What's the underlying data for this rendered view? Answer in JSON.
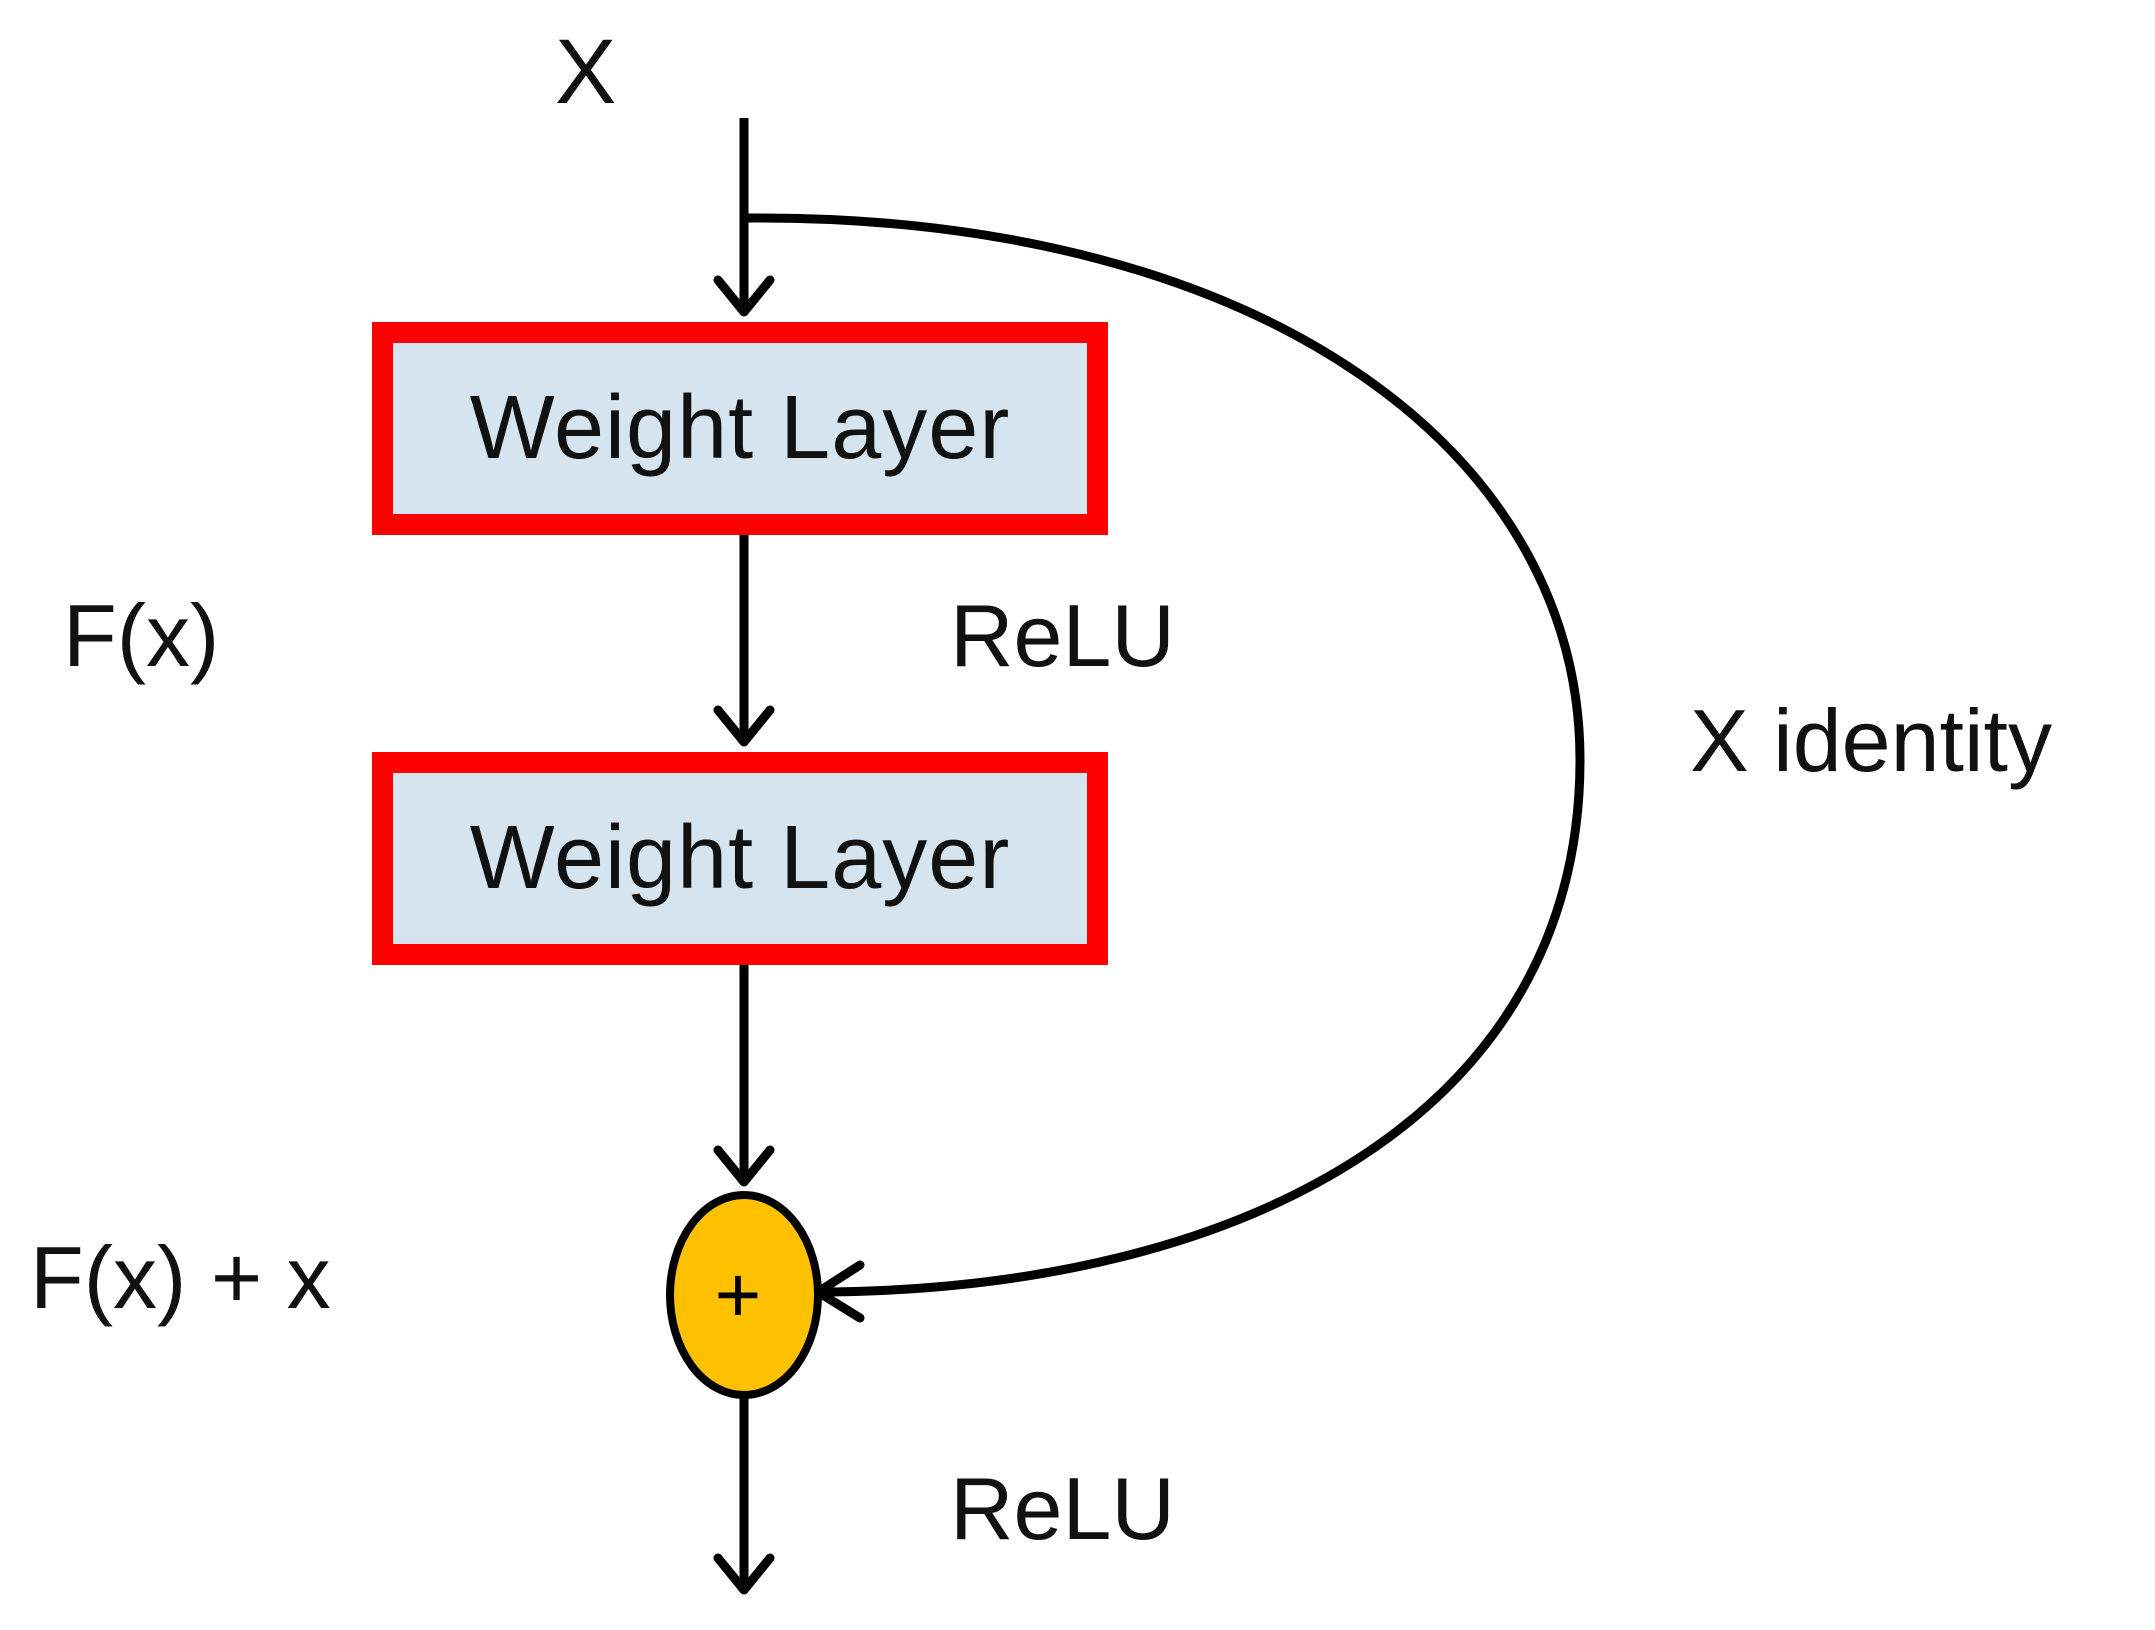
{
  "input_label": "X",
  "layers": [
    {
      "label": "Weight Layer"
    },
    {
      "label": "Weight Layer"
    }
  ],
  "labels": {
    "residual": "F(x)",
    "relu_mid": "ReLU",
    "identity": "X identity",
    "sum": "F(x) + x",
    "relu_out": "ReLU"
  },
  "add_node_symbol": "+",
  "colors": {
    "layer_fill": "#d6e4ef",
    "layer_border": "#ff0000",
    "add_node_fill": "#ffc000",
    "stroke": "#000000"
  }
}
